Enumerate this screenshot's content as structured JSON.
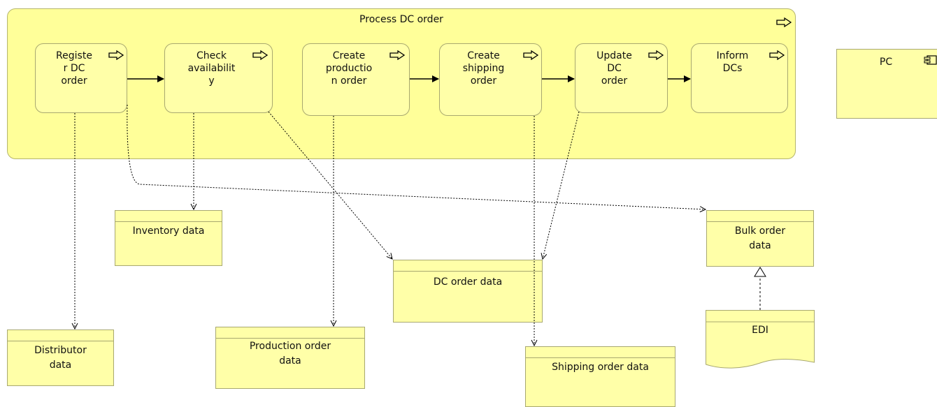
{
  "lane": {
    "title": "Process DC order"
  },
  "processes": [
    {
      "id": "register",
      "label": "Registe\nr DC\norder"
    },
    {
      "id": "check",
      "label": "Check\navailabilit\ny"
    },
    {
      "id": "production",
      "label": "Create\nproductio\nn order"
    },
    {
      "id": "shipping",
      "label": "Create\nshipping\norder"
    },
    {
      "id": "update",
      "label": "Update\nDC\norder"
    },
    {
      "id": "inform",
      "label": "Inform\nDCs"
    }
  ],
  "objects": {
    "inventory": "Inventory data",
    "distributor": "Distributor\ndata",
    "production_order": "Production order\ndata",
    "dc_order": "DC order data",
    "shipping_order": "Shipping order data",
    "bulk_order": "Bulk order\ndata",
    "edi": "EDI"
  },
  "component": {
    "label": "PC"
  },
  "colors": {
    "fill": "#ffff99",
    "stroke": "#a8a870"
  },
  "icons": {
    "process": "process-arrow-icon",
    "component": "component-icon"
  }
}
